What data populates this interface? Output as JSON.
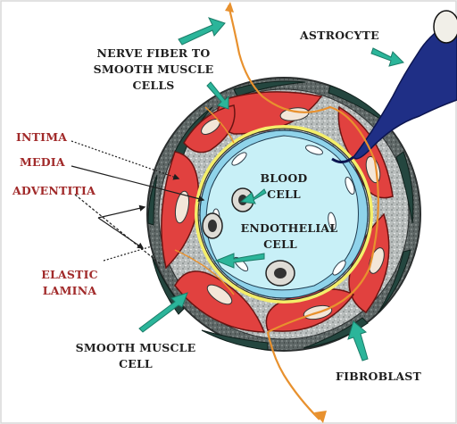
{
  "labels": {
    "nerve_fiber_line1": "NERVE FIBER TO",
    "nerve_fiber_line2": "SMOOTH MUSCLE",
    "nerve_fiber_line3": "CELLS",
    "astrocyte": "ASTROCYTE",
    "intima": "INTIMA",
    "media": "MEDIA",
    "adventitia": "ADVENTITIA",
    "blood_cell_line1": "BLOOD",
    "blood_cell_line2": "CELL",
    "endothelial_line1": "ENDOTHELIAL",
    "endothelial_line2": "CELL",
    "elastic_line1": "ELASTIC",
    "elastic_line2": "LAMINA",
    "smooth_muscle_line1": "SMOOTH MUSCLE",
    "smooth_muscle_line2": "CELL",
    "fibroblast": "FIBROBLAST"
  },
  "colors": {
    "label_red": "#a12a2a",
    "label_dark": "#1f1f1f",
    "arrow_green": "#2bb59a",
    "muscle_red": "#e1413f",
    "lumen_blue": "#aee6f2",
    "endothelium_blue": "#8fd3ea",
    "adventitia_grey": "#5e6766",
    "fibroblast_green": "#24463f",
    "astrocyte_blue": "#1f2f86",
    "nerve_orange": "#e8912e",
    "elastic_yellow": "#f4ee6a"
  },
  "icons": {
    "arrow": "pointer-arrow-icon",
    "nerve": "nerve-fiber-icon",
    "astrocyte": "astrocyte-icon"
  }
}
